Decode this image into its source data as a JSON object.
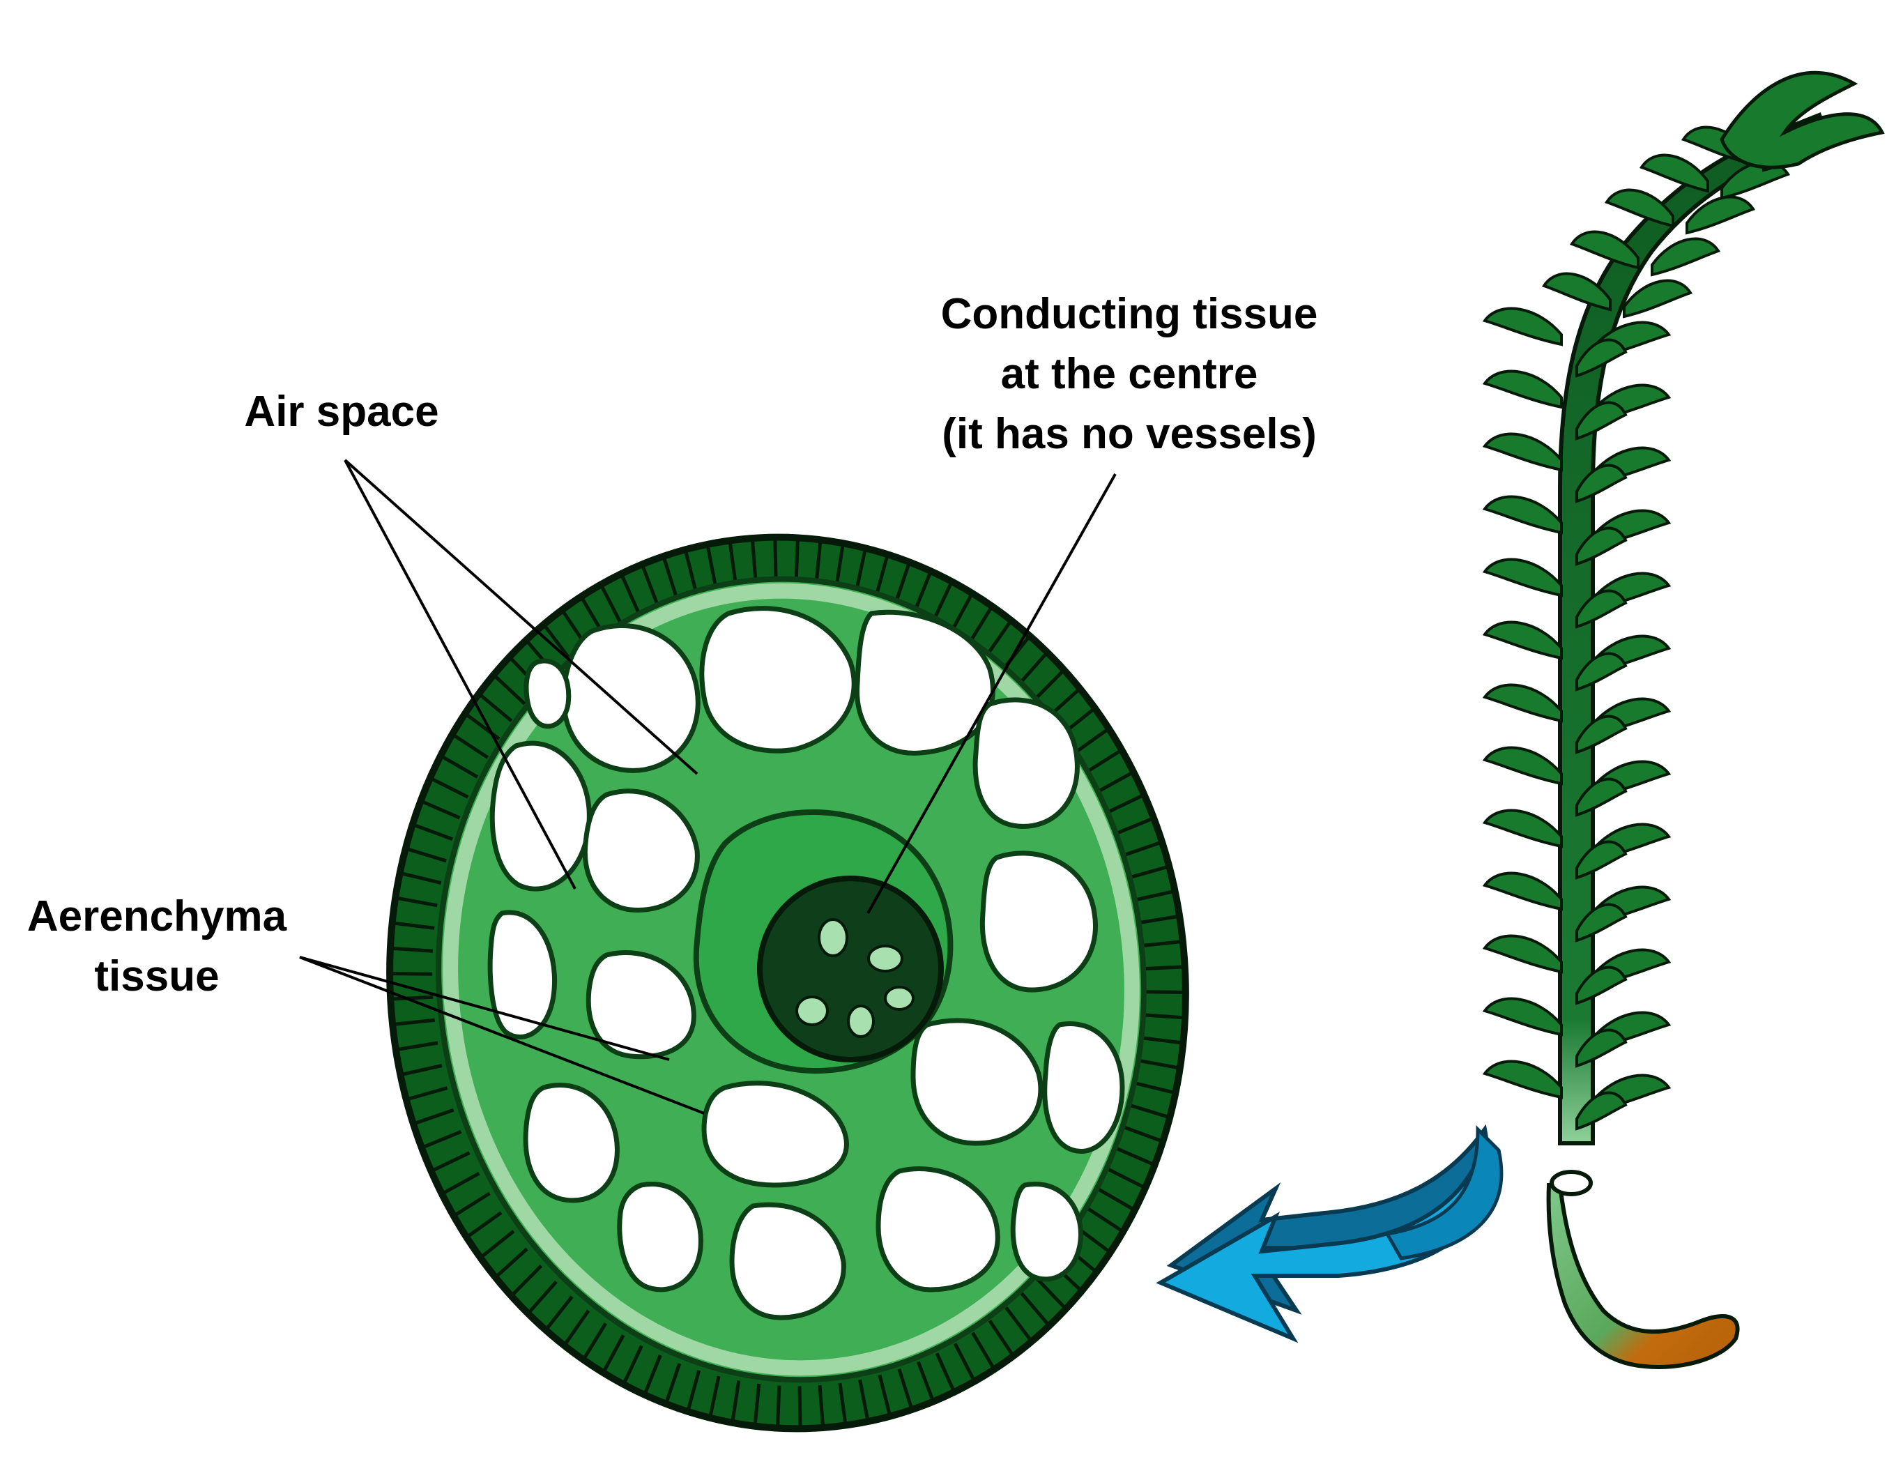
{
  "labels": {
    "conducting": [
      "Conducting tissue",
      "at the centre",
      "(it has no vessels)"
    ],
    "air_space": "Air space",
    "aerenchyma": [
      "Aerenchyma",
      "tissue"
    ]
  },
  "colors": {
    "epidermis": "#0b5e1c",
    "aerenchyma": "#2fa84a",
    "light_cells": "#9fd8a4",
    "core": "#0e3f1a",
    "core_spots": "#a8e0b0",
    "stem": "#0f5c22",
    "leaf": "#177a2d",
    "arrow": "#12aadf",
    "arrow_dark": "#0b6d98",
    "root": "#c26b0e"
  }
}
